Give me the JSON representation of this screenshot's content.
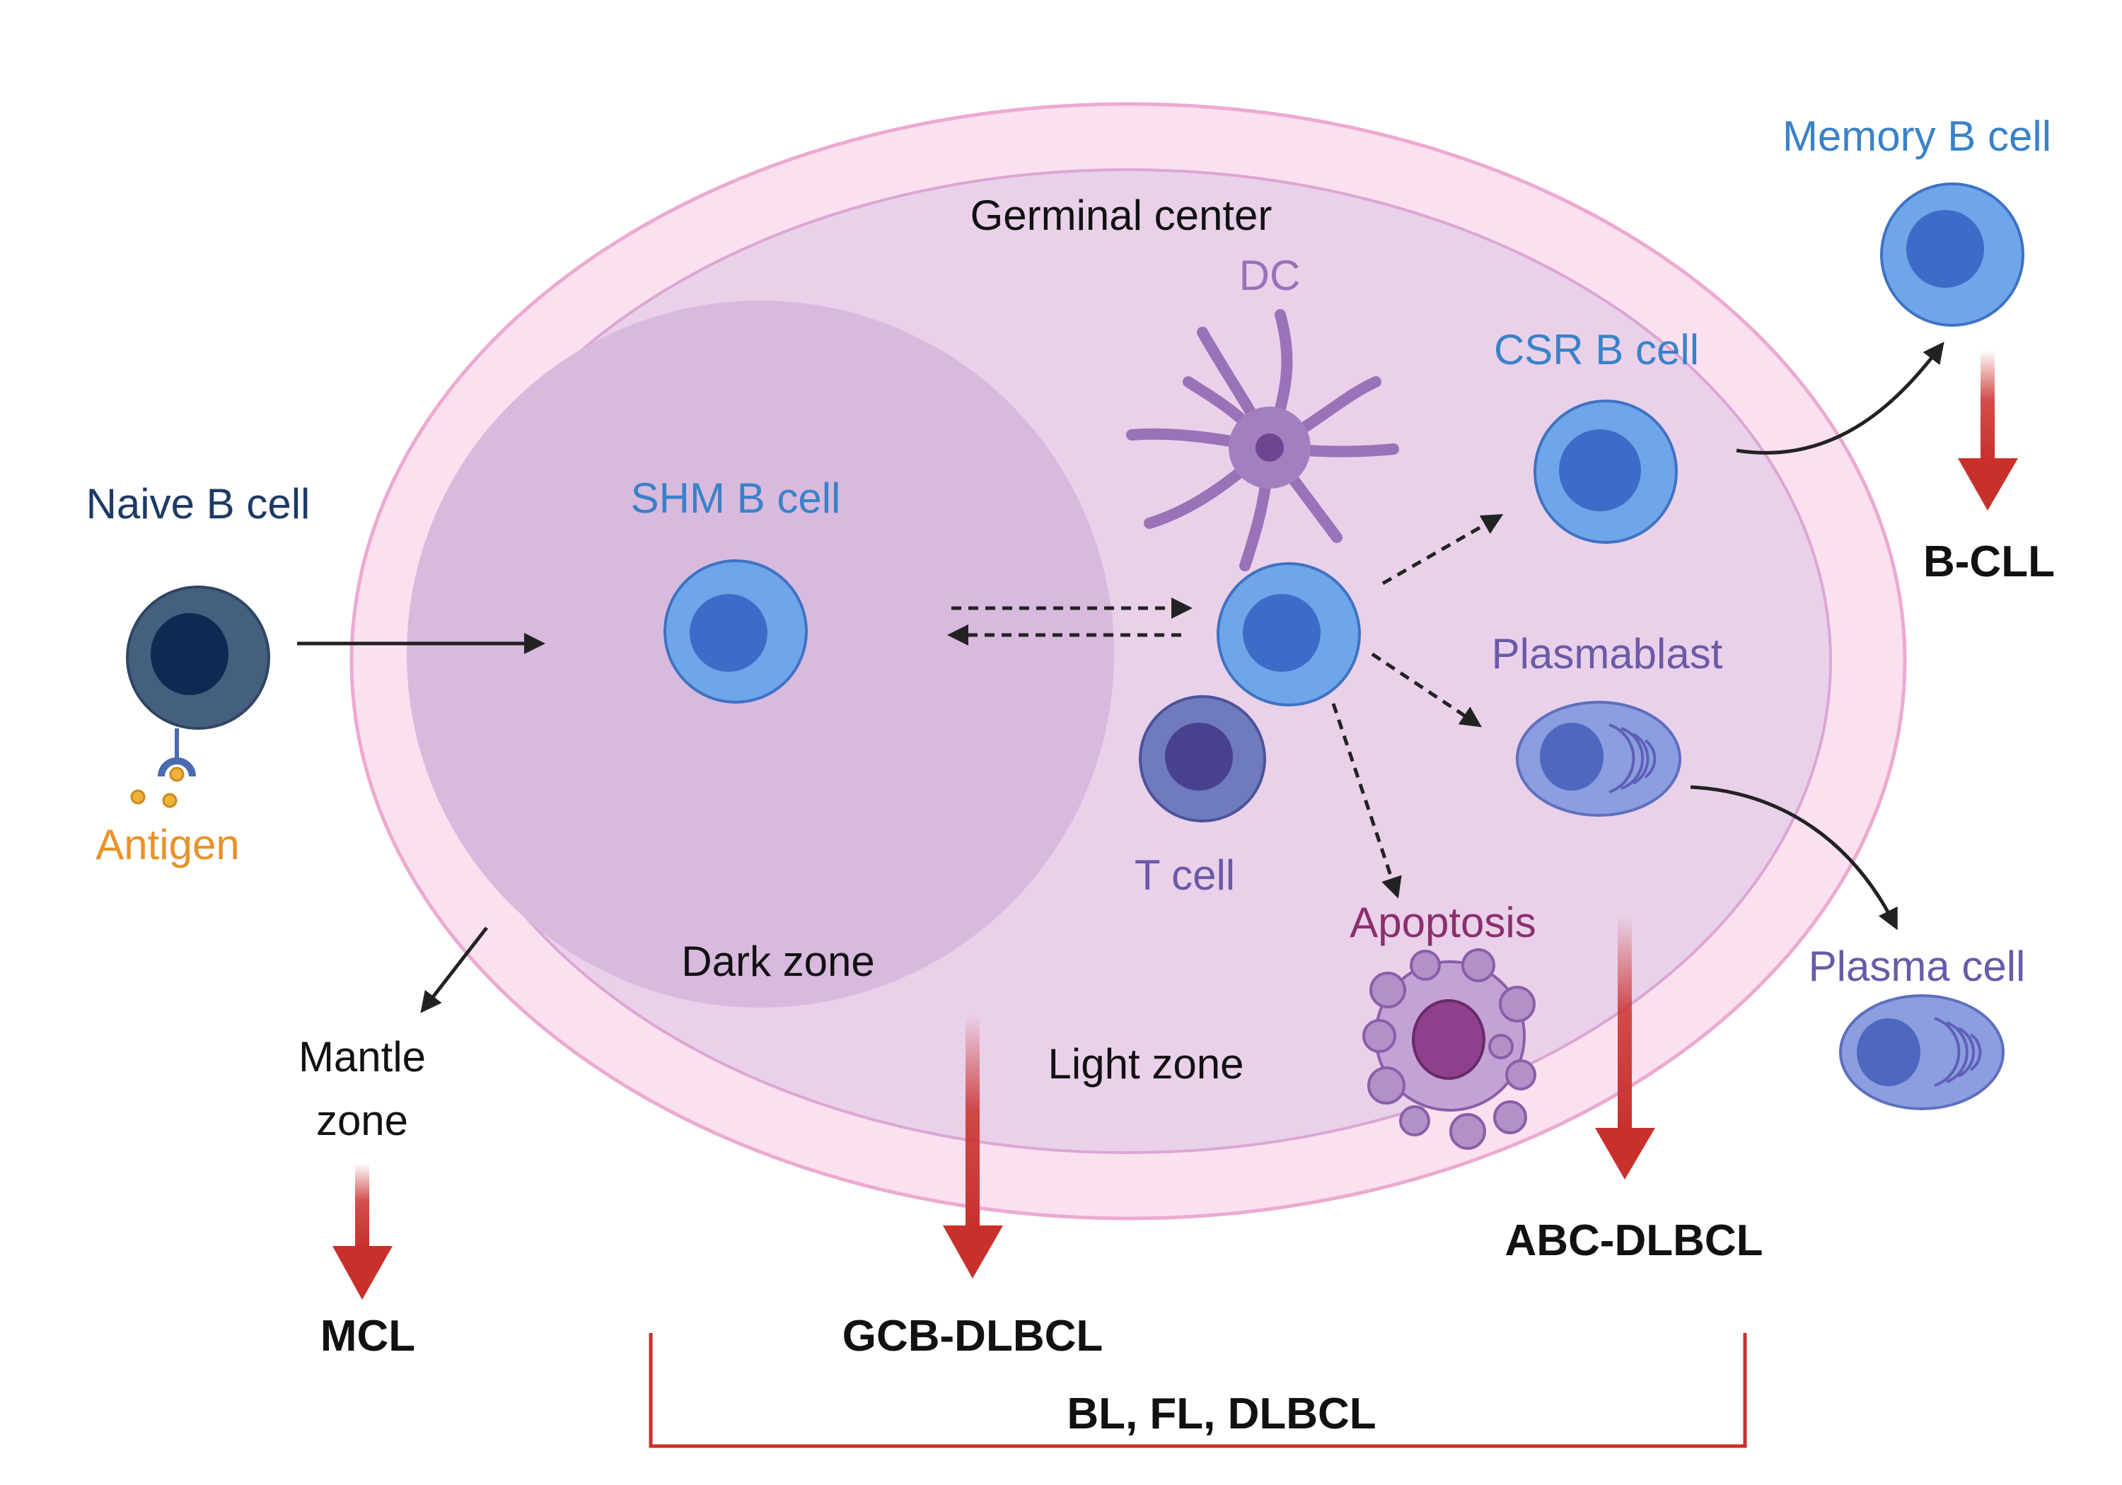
{
  "labels": {
    "germinal_center": "Germinal center",
    "dc": "DC",
    "naive_b_cell": "Naive B cell",
    "antigen": "Antigen",
    "shm_b_cell": "SHM B cell",
    "csr_b_cell": "CSR B cell",
    "memory_b_cell": "Memory B cell",
    "plasmablast": "Plasmablast",
    "plasma_cell": "Plasma cell",
    "t_cell": "T cell",
    "apoptosis": "Apoptosis",
    "dark_zone": "Dark zone",
    "light_zone": "Light zone",
    "mantle_zone_line1": "Mantle",
    "mantle_zone_line2": "zone"
  },
  "lymphomas": {
    "mcl": "MCL",
    "gcb_dlbcl": "GCB-DLBCL",
    "abc_dlbcl": "ABC-DLBCL",
    "b_cll": "B-CLL",
    "bracket_group": "BL, FL, DLBCL"
  },
  "colors": {
    "outer_ring": "#fbe0ef",
    "light_zone": "#ead1ea",
    "dark_zone": "#d8bade",
    "b_cell_fill": "#6fa6ea",
    "b_cell_nucleus": "#3f6bc8",
    "naive_cell": "#45607f",
    "naive_nucleus": "#0f2a52",
    "plasma_fill": "#8a9ee0",
    "t_cell": "#6f7bbd",
    "t_nucleus": "#48418f",
    "dc": "#a47fc0",
    "red_arrow": "#c9302c",
    "blue_label": "#3a82c8",
    "navy_label": "#1d3a66",
    "purple_label": "#6a5aa8",
    "magenta_label": "#8b2f6e",
    "orange_label": "#e8922a"
  }
}
